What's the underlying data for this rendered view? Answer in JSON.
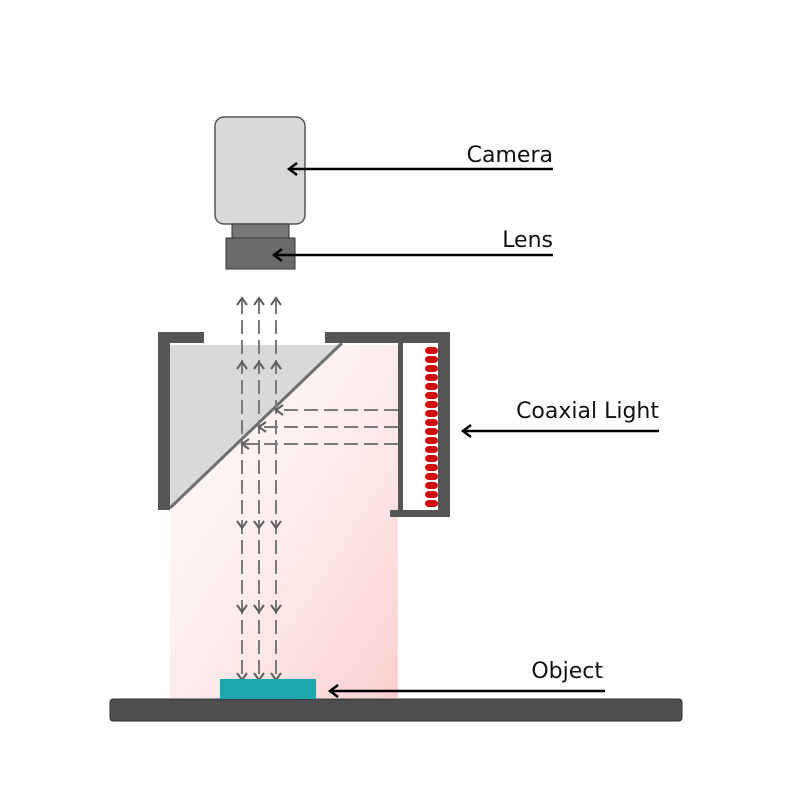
{
  "labels": {
    "camera": "Camera",
    "lens": "Lens",
    "coaxial_light": "Coaxial Light",
    "object": "Object"
  },
  "colors": {
    "background": "#ffffff",
    "camera_body": "#d9d9d9",
    "lens": "#6b6b6b",
    "housing": "#5a5a5a",
    "beam_splitter": "#d9d9d9",
    "led": "#d10a0a",
    "light_glow": "#f5a3a3",
    "object": "#1aa6a8",
    "stage": "#4d4d4d",
    "rays": "#8a8a8a",
    "pointer": "#000000"
  },
  "led_count": 18,
  "icons": [
    "camera-icon",
    "lens-icon",
    "coaxial-light-icon",
    "beam-splitter-icon",
    "object-icon",
    "stage-icon"
  ]
}
